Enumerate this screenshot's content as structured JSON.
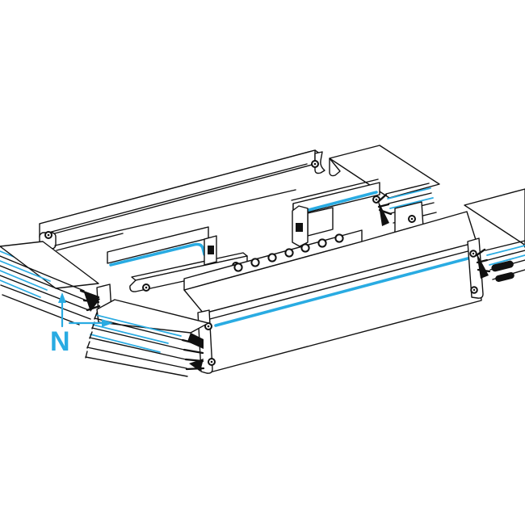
{
  "figure": {
    "kind": "isometric technical illustration",
    "subject": "busbar-trunking-expansion-unit",
    "bg_color": "#ffffff",
    "line_color": "#111111",
    "accent_color": "#29abe2",
    "neutral_label": {
      "text": "N"
    },
    "counts": {
      "studs": 7,
      "bellows_groups": 4,
      "conductor_stripes": 4
    },
    "parts": [
      "rear-cover-rail",
      "upper-left-expansion-bellows",
      "left-open-channel",
      "right-open-channel-with-lid",
      "top-right-expansion-bellows",
      "center-bracket",
      "front-duct-box",
      "stud-row",
      "right-expansion-bellows",
      "lower-left-expansion-bellows",
      "neutral-annotation"
    ]
  }
}
